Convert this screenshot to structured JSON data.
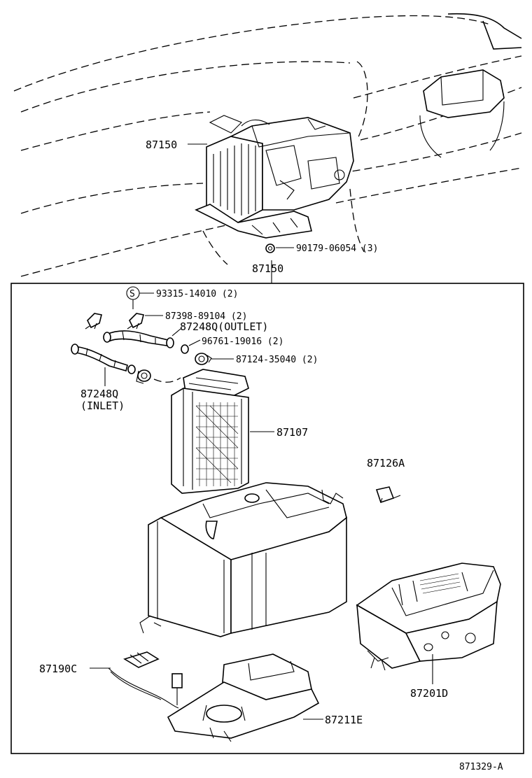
{
  "labels": {
    "unit_top": "87150",
    "nut": "90179-06054 (3)",
    "unit_box": "87150",
    "screw_symbol": "S",
    "screw": "93315-14010 (2)",
    "clamp": "87398-89104 (2)",
    "hose_outlet": "87248Q(OUTLET)",
    "oring": "96761-19016 (2)",
    "clamp_ring": "87124-35040 (2)",
    "hose_inlet_part": "87248Q",
    "hose_inlet_note": "(INLET)",
    "heater_core": "87107",
    "clip": "87126A",
    "wire_harness": "87190C",
    "blower_case": "87201D",
    "lower_case": "87211E",
    "diagram_id": "871329-A"
  }
}
